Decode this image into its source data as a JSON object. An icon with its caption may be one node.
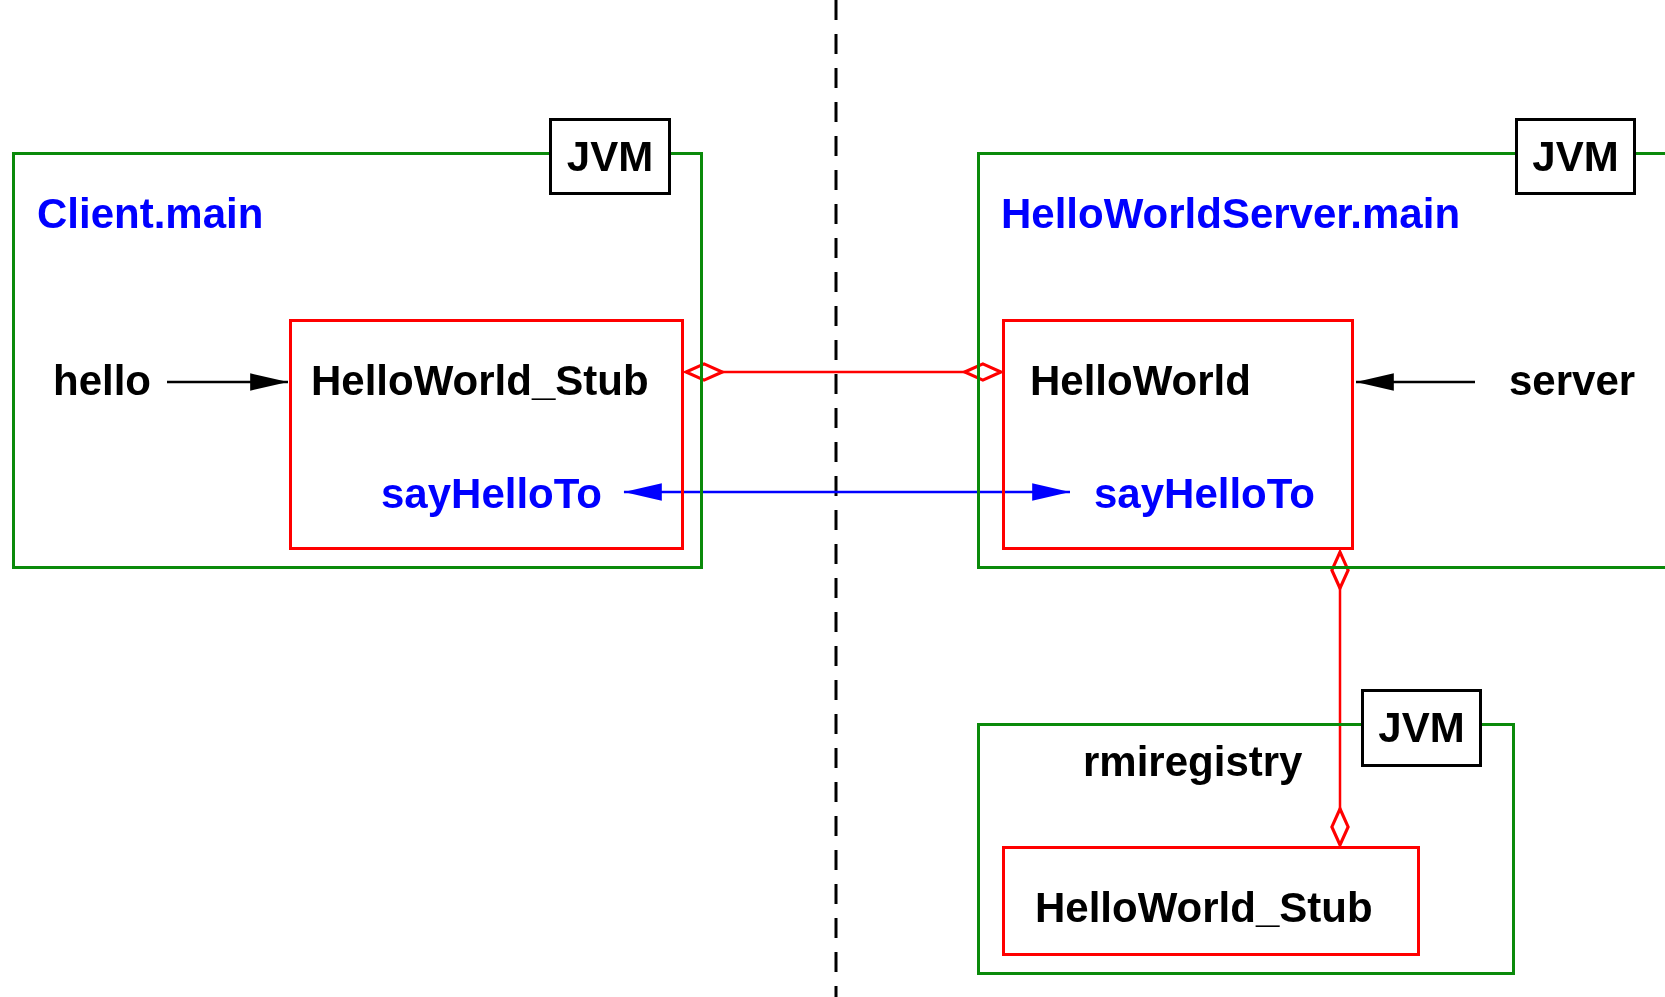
{
  "diagram": {
    "nodes": [
      {
        "text": [
          "Client.main"
        ]
      },
      {
        "text": [
          "JVM"
        ]
      },
      {
        "text": [
          "hello"
        ],
        "in": 0
      },
      {
        "text": [
          "HelloWorld_Stub"
        ],
        "in": 0
      },
      {
        "text": [
          "sayHelloTo"
        ],
        "in": 3
      },
      {
        "text": [
          "HelloWorldServer.main"
        ]
      },
      {
        "text": [
          "JVM"
        ]
      },
      {
        "text": [
          "HelloWorld"
        ],
        "in": 5
      },
      {
        "text": [
          "sayHelloTo"
        ],
        "in": 7
      },
      {
        "text": [
          "server"
        ],
        "in": 5
      },
      {
        "text": [
          "rmiregistry"
        ]
      },
      {
        "text": [
          "JVM"
        ]
      },
      {
        "text": [
          "HelloWorld_Stub"
        ],
        "in": 10
      }
    ],
    "edges": [
      {
        "from": 2,
        "to": 3,
        "arrow": "to"
      },
      {
        "from": 3,
        "to": 7,
        "arrow": "other",
        "color": "#ff0000"
      },
      {
        "from": 4,
        "to": 8,
        "arrow": "both",
        "color": "#0000ff"
      },
      {
        "from": 9,
        "to": 7,
        "arrow": "to"
      },
      {
        "from": 7,
        "to": 12,
        "arrow": "other",
        "color": "#ff0000"
      }
    ]
  }
}
